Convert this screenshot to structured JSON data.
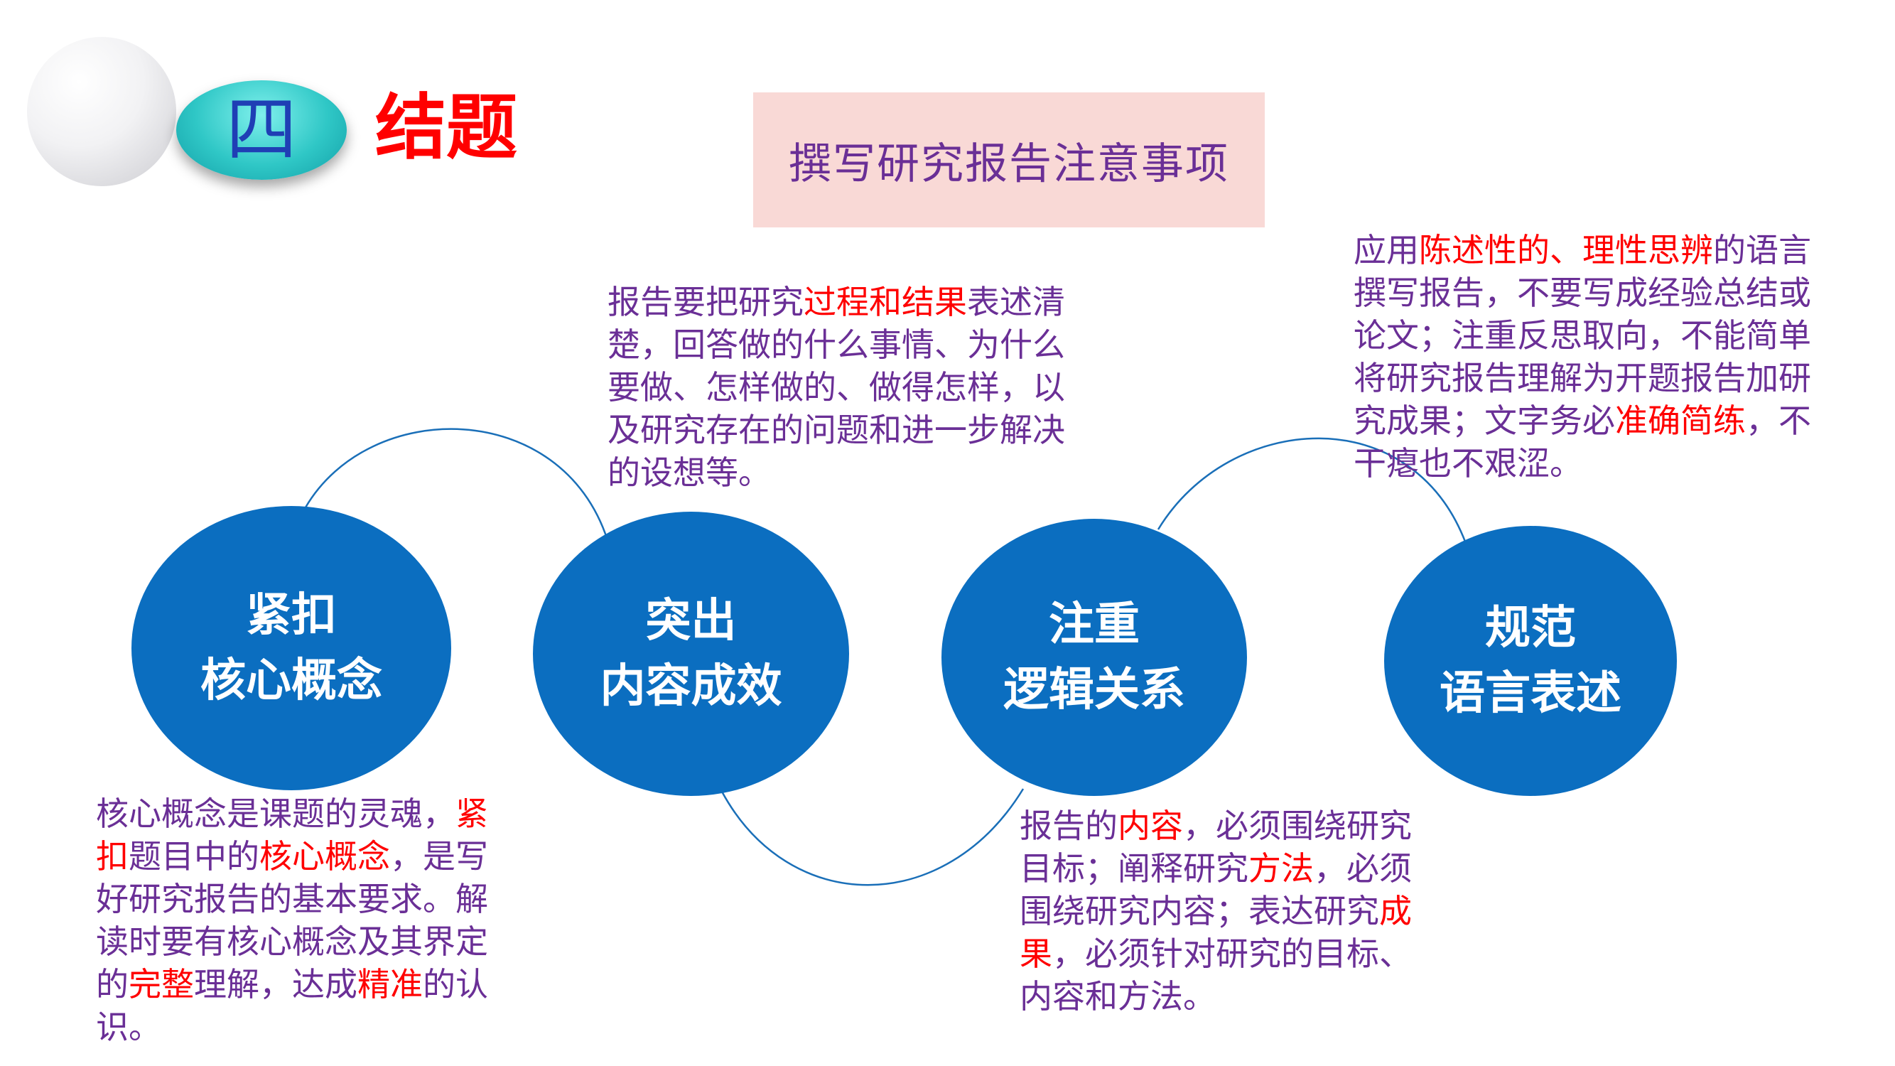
{
  "header": {
    "section_number": "四",
    "section_title": "结题",
    "page_title": "撰写研究报告注意事项"
  },
  "topics": [
    {
      "line1": "紧扣",
      "line2": "核心概念"
    },
    {
      "line1": "突出",
      "line2": "内容成效"
    },
    {
      "line1": "注重",
      "line2": "逻辑关系"
    },
    {
      "line1": "规范",
      "line2": "语言表述"
    }
  ],
  "descriptions": {
    "d1": {
      "a": "核心概念是课题的灵魂，",
      "b": "紧扣",
      "c": "题目中的",
      "d": "核心概念",
      "e": "，是写好研究报告的基本要求。解读时要有核心概念及其界定的",
      "f": "完整",
      "g": "理解，达成",
      "h": "精准",
      "i": "的认识。"
    },
    "d2": {
      "a": "报告要把研究",
      "b": "过程和结果",
      "c": "表述清楚，回答做的什么事情、为什么要做、怎样做的、做得怎样，以及研究存在的问题和进一步解决的设想等。"
    },
    "d3": {
      "a": "报告的",
      "b": "内容",
      "c": "，必须围绕研究目标；阐释研究",
      "d": "方法",
      "e": "，必须围绕研究内容；表达研究",
      "f": "成果",
      "g": "，必须针对研究的目标、内容和方法。"
    },
    "d4": {
      "a": "应用",
      "b": "陈述性的、理性思辨",
      "c": "的语言撰写报告，不要写成经验总结或论文；注重反思取向，不能简单将研究报告理解为开题报告加研究成果；文字务必",
      "d": "准确简练",
      "e": "，不干瘪也不艰涩。"
    }
  },
  "colors": {
    "topic_fill": "#0b6ec0",
    "connector": "#1a6fb8",
    "body_text": "#6a2f96",
    "highlight": "#ff0000",
    "title_box": "#f9d9d6",
    "badge": "#2fc7c6"
  }
}
